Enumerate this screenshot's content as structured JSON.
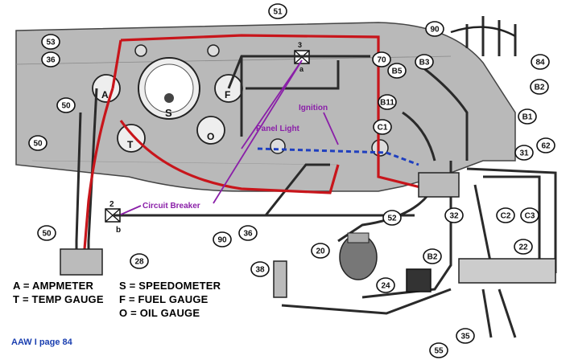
{
  "callouts": [
    "51",
    "53",
    "36",
    "90",
    "84",
    "B3",
    "B5",
    "70",
    "B2",
    "B11",
    "B1",
    "C1",
    "50",
    "50",
    "31",
    "62",
    "52",
    "32",
    "C2",
    "C3",
    "20",
    "B2",
    "22",
    "38",
    "24",
    "28",
    "50",
    "36",
    "90",
    "35",
    "55"
  ],
  "component_labels": {
    "ammeter_letter": "A",
    "speedo_letter": "S",
    "fuel_letter": "F",
    "temp_letter": "T",
    "oil_letter": "O",
    "breaker_top_number": "3",
    "breaker_top_letter": "a",
    "breaker_bottom_number": "2",
    "breaker_bottom_letter": "b"
  },
  "annotations": {
    "ignition": "Ignition",
    "panel_light": "Panel Light",
    "circuit_breaker": "Circuit Breaker"
  },
  "legend": {
    "a": "A = AMPMETER",
    "t": "T = TEMP GAUGE",
    "s": "S = SPEEDOMETER",
    "f": "F = FUEL GAUGE",
    "o": "O = OIL GAUGE"
  },
  "footer": "AAW I   page 84",
  "colors": {
    "panel": "#b8b8b8",
    "wire_red": "#c8151b",
    "wire_blue": "#1f3fbf",
    "annotation_purple": "#8a1fa8",
    "footer_blue": "#1a3fb0"
  }
}
